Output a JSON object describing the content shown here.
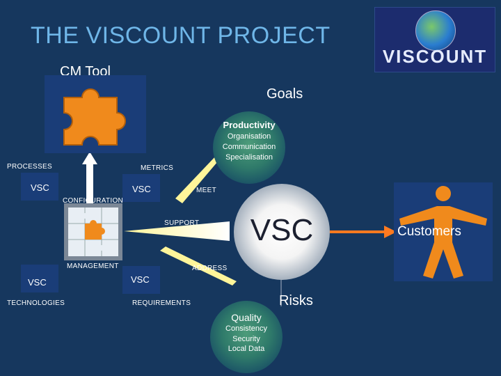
{
  "title": "THE VISCOUNT PROJECT",
  "logo": {
    "text": "VISCOUNT"
  },
  "cm_tool": "CM Tool",
  "goals": "Goals",
  "productivity": {
    "title": "Productivity",
    "items": [
      "Organisation",
      "Communication",
      "Specialisation"
    ]
  },
  "quality": {
    "title": "Quality",
    "items": [
      "Consistency",
      "Security",
      "Local Data"
    ]
  },
  "center_label": "VSC",
  "customers": "Customers",
  "risks": "Risks",
  "labels": {
    "processes": "PROCESSES",
    "metrics": "METRICS",
    "meet": "MEET",
    "configuration": "CONFIGURATION",
    "support": "SUPPORT",
    "management": "MANAGEMENT",
    "address": "ADDRESS",
    "technologies": "TECHNOLOGIES",
    "requirements": "REQUIREMENTS"
  },
  "pieces": {
    "top_left": "VSC",
    "top_right": "VSC",
    "bottom_left": "VSC",
    "bottom_right": "VSC"
  },
  "colors": {
    "background": "#16375e",
    "puzzle_orange": "#f08a1c",
    "title_blue": "#6fb6e8",
    "bubble_green": "#2f7a6a"
  }
}
